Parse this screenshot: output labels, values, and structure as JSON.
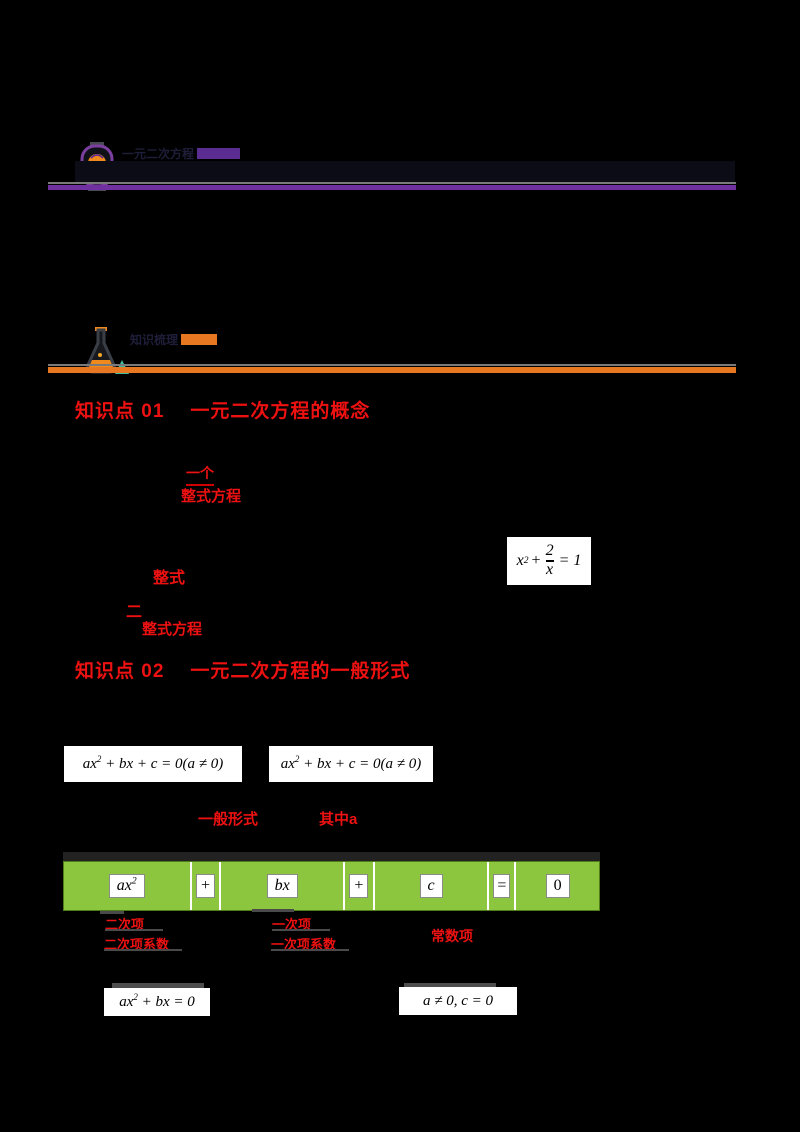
{
  "header1": {
    "title": "一元二次方程"
  },
  "header2": {
    "title": "知识梳理"
  },
  "kp1": {
    "label": "知识点 01",
    "title": "一元二次方程的概念"
  },
  "kp2": {
    "label": "知识点 02",
    "title": "一元二次方程的一般形式"
  },
  "concept": {
    "blank_count": "一个",
    "blank_type": "整式方程",
    "cond_integral": "整式",
    "cond_degree": "二",
    "cond_equation": "整式方程",
    "example": {
      "base": "x",
      "exp": "2",
      "op": "+",
      "num": "2",
      "den": "x",
      "rhs": "= 1"
    }
  },
  "general": {
    "formula_left": {
      "pre": "ax",
      "exp": "2",
      "post": " + bx + c = 0(a ≠ 0)"
    },
    "formula_right": {
      "pre": "ax",
      "exp": "2",
      "post": " + bx + c = 0(a ≠ 0)"
    },
    "blank_name": "一般形式",
    "blank_note": "其中a",
    "table_cells": {
      "c0": {
        "base": "ax",
        "exp": "2"
      },
      "c1": "+",
      "c2": "bx",
      "c3": "+",
      "c4": "c",
      "c5": "=",
      "c6": "0"
    },
    "labels": {
      "quad_term": "二次项",
      "quad_coef": "二次项系数",
      "lin_term": "一次项",
      "lin_coef": "一次项系数",
      "const_term": "常数项"
    },
    "special_left": {
      "pre": "ax",
      "exp": "2",
      "post": " + bx = 0"
    },
    "special_right": "a ≠ 0, c = 0"
  },
  "colors": {
    "red": "#ed1111",
    "green": "#8CC63F",
    "purple": "#7030A0",
    "orange": "#E87722"
  }
}
